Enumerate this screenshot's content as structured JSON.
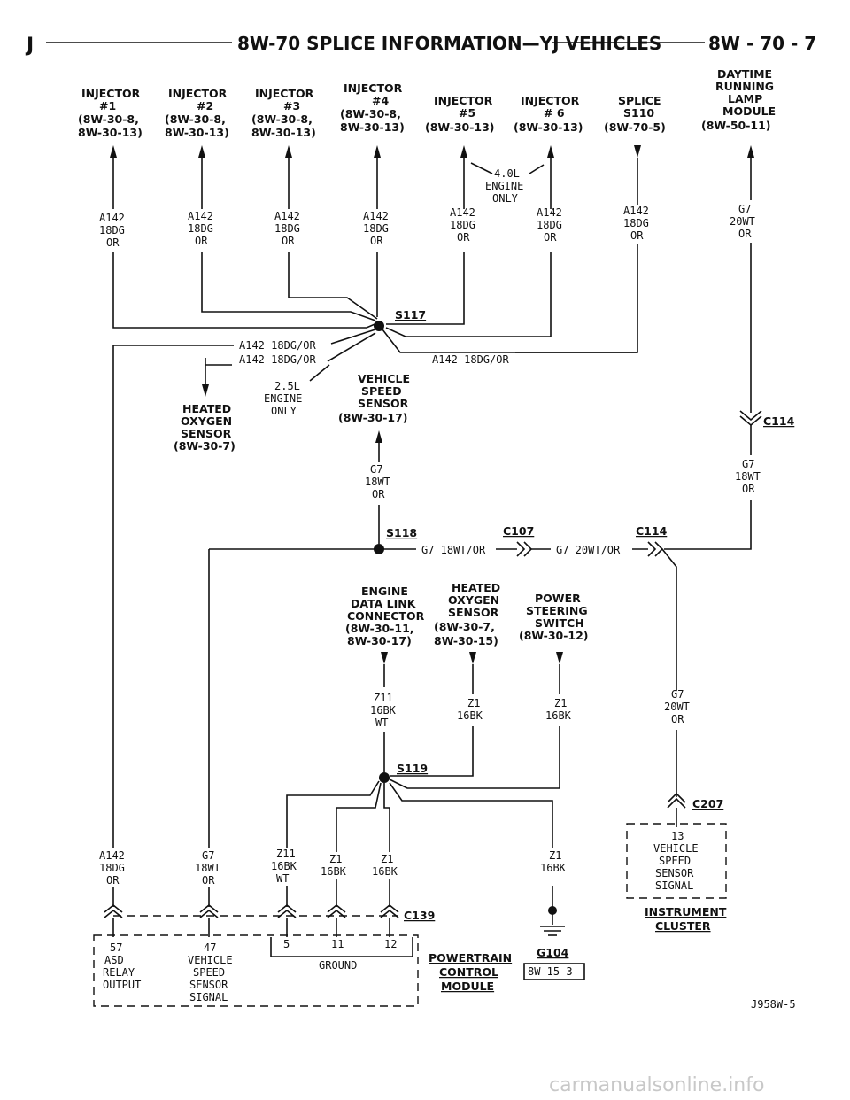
{
  "header": {
    "left": "J",
    "title": "8W-70 SPLICE INFORMATION—YJ VEHICLES",
    "page": "8W - 70 - 7"
  },
  "top_components": [
    {
      "name": "INJECTOR",
      "num": "#1",
      "ref1": "(8W-30-8,",
      "ref2": "8W-30-13)"
    },
    {
      "name": "INJECTOR",
      "num": "#2",
      "ref1": "(8W-30-8,",
      "ref2": "8W-30-13)"
    },
    {
      "name": "INJECTOR",
      "num": "#3",
      "ref1": "(8W-30-8,",
      "ref2": "8W-30-13)"
    },
    {
      "name": "INJECTOR",
      "num": "#4",
      "ref1": "(8W-30-8,",
      "ref2": "8W-30-13)"
    },
    {
      "name": "INJECTOR",
      "num": "#5",
      "ref1": "(8W-30-13)"
    },
    {
      "name": "INJECTOR",
      "num": "# 6",
      "ref1": "(8W-30-13)"
    },
    {
      "name": "SPLICE",
      "num": "S110",
      "ref1": "(8W-70-5)"
    },
    {
      "name": "DAYTIME",
      "line2": "RUNNING",
      "line3": "LAMP",
      "line4": "MODULE",
      "ref1": "(8W-50-11)"
    }
  ],
  "top_wires": [
    {
      "circuit": "A142",
      "gauge": "18DG",
      "color": "OR"
    },
    {
      "circuit": "A142",
      "gauge": "18DG",
      "color": "OR"
    },
    {
      "circuit": "A142",
      "gauge": "18DG",
      "color": "OR"
    },
    {
      "circuit": "A142",
      "gauge": "18DG",
      "color": "OR"
    },
    {
      "circuit": "A142",
      "gauge": "18DG",
      "color": "OR"
    },
    {
      "circuit": "A142",
      "gauge": "18DG",
      "color": "OR"
    },
    {
      "circuit": "A142",
      "gauge": "18DG",
      "color": "OR"
    },
    {
      "circuit": "G7",
      "gauge": "20WT",
      "color": "OR"
    }
  ],
  "notes": {
    "engine_40": "4.0L",
    "engine_40_b": "ENGINE",
    "engine_40_c": "ONLY",
    "engine_25": "2.5L",
    "engine_25_b": "ENGINE",
    "engine_25_c": "ONLY"
  },
  "splices": {
    "s117": "S117",
    "s118": "S118",
    "s119": "S119"
  },
  "mid_wires": {
    "w1": "A142 18DG/OR",
    "w2": "A142 18DG/OR",
    "w3": "A142 18DG/OR",
    "g7_18": "G7 18WT/OR",
    "g7_20": "G7 20WT/OR"
  },
  "mid_components": {
    "heated_o2": [
      "HEATED",
      "OXYGEN",
      "SENSOR",
      "(8W-30-7)"
    ],
    "vss": [
      "VEHICLE",
      "SPEED",
      "SENSOR",
      "(8W-30-17)"
    ]
  },
  "connectors": {
    "c107": "C107",
    "c114_a": "C114",
    "c114_b": "C114",
    "c139": "C139",
    "c207": "C207"
  },
  "vss_wire": {
    "circuit": "G7",
    "gauge": "18WT",
    "color": "OR"
  },
  "right_wire_mid": {
    "circuit": "G7",
    "gauge": "18WT",
    "color": "OR"
  },
  "right_wire_low": {
    "circuit": "G7",
    "gauge": "20WT",
    "color": "OR"
  },
  "lower_components": [
    {
      "lines": [
        "ENGINE",
        "DATA LINK",
        "CONNECTOR",
        "(8W-30-11,",
        "8W-30-17)"
      ]
    },
    {
      "lines": [
        "HEATED",
        "OXYGEN",
        "SENSOR",
        "(8W-30-7,",
        "8W-30-15)"
      ]
    },
    {
      "lines": [
        "POWER",
        "STEERING",
        "SWITCH",
        "(8W-30-12)"
      ]
    }
  ],
  "lower_wires": [
    {
      "circuit": "Z11",
      "gauge": "16BK",
      "color": "WT"
    },
    {
      "circuit": "Z1",
      "gauge": "16BK",
      "color": ""
    },
    {
      "circuit": "Z1",
      "gauge": "16BK",
      "color": ""
    }
  ],
  "bottom_wires": [
    {
      "circuit": "A142",
      "gauge": "18DG",
      "color": "OR"
    },
    {
      "circuit": "G7",
      "gauge": "18WT",
      "color": "OR"
    },
    {
      "circuit": "Z11",
      "gauge": "16BK",
      "color": "WT"
    },
    {
      "circuit": "Z1",
      "gauge": "16BK",
      "color": ""
    },
    {
      "circuit": "Z1",
      "gauge": "16BK",
      "color": ""
    },
    {
      "circuit": "Z1",
      "gauge": "16BK",
      "color": ""
    }
  ],
  "pcm": {
    "pin57": "57",
    "pin57_a": "ASD",
    "pin57_b": "RELAY",
    "pin57_c": "OUTPUT",
    "pin47": "47",
    "pin47_a": "VEHICLE",
    "pin47_b": "SPEED",
    "pin47_c": "SENSOR",
    "pin47_d": "SIGNAL",
    "pin5": "5",
    "pin11": "11",
    "pin12": "12",
    "ground": "GROUND",
    "name1": "POWERTRAIN",
    "name2": "CONTROL",
    "name3": "MODULE"
  },
  "cluster": {
    "pin": "13",
    "l1": "VEHICLE",
    "l2": "SPEED",
    "l3": "SENSOR",
    "l4": "SIGNAL",
    "name1": "INSTRUMENT",
    "name2": "CLUSTER"
  },
  "ground_point": {
    "name": "G104",
    "ref": "8W-15-3"
  },
  "figure_id": "J958W-5",
  "watermark": "carmanualsonline.info"
}
